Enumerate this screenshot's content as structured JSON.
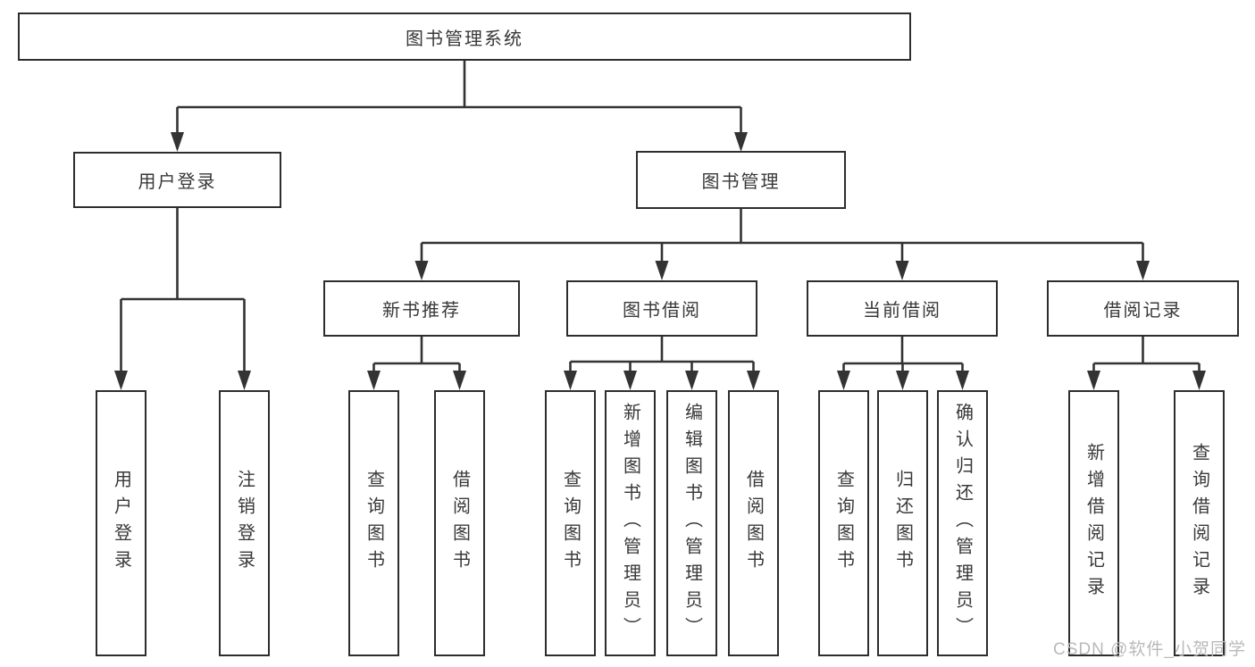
{
  "diagram_title": "图书管理系统",
  "nodes": {
    "root": "图书管理系统",
    "user_login": "用户登录",
    "book_mgmt": "图书管理",
    "new_book_rec": "新书推荐",
    "book_borrow": "图书借阅",
    "current_borrow": "当前借阅",
    "borrow_records": "借阅记录",
    "ul_user_login": "用户登录",
    "ul_logout": "注销登录",
    "nb_query": "查询图书",
    "nb_borrow": "借阅图书",
    "bb_query": "查询图书",
    "bb_add": "新增图书（管理员）",
    "bb_edit": "编辑图书（管理员）",
    "bb_borrow": "借阅图书",
    "cb_query": "查询图书",
    "cb_return": "归还图书",
    "cb_confirm": "确认归还（管理员）",
    "br_add": "新增借阅记录",
    "br_query": "查询借阅记录"
  },
  "hierarchy": {
    "图书管理系统": {
      "用户登录": [
        "用户登录",
        "注销登录"
      ],
      "图书管理": {
        "新书推荐": [
          "查询图书",
          "借阅图书"
        ],
        "图书借阅": [
          "查询图书",
          "新增图书（管理员）",
          "编辑图书（管理员）",
          "借阅图书"
        ],
        "当前借阅": [
          "查询图书",
          "归还图书",
          "确认归还（管理员）"
        ],
        "借阅记录": [
          "新增借阅记录",
          "查询借阅记录"
        ]
      }
    }
  },
  "watermark": {
    "text": "CSDN @软件_小贺同学"
  },
  "colors": {
    "box_border": "#2d2d2d",
    "box_background": "#ffffff",
    "text": "#383838",
    "connector": "#333333",
    "watermark": "#b9b9b9"
  }
}
